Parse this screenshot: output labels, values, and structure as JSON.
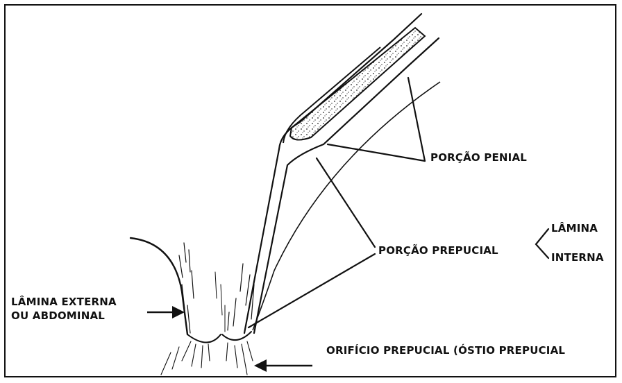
{
  "labels": {
    "porcao_penial": "PORÇÃO PENIAL",
    "porcao_prepucial": "PORÇÃO PREPUCIAL",
    "lamina_interna_1": "LÂMINA",
    "lamina_interna_2": "INTERNA",
    "lamina_externa_1": "LÂMINA EXTERNA",
    "lamina_externa_2": "OU ABDOMINAL",
    "orificio": "ORIFÍCIO PREPUCIAL (ÓSTIO PREPUCIAL"
  }
}
